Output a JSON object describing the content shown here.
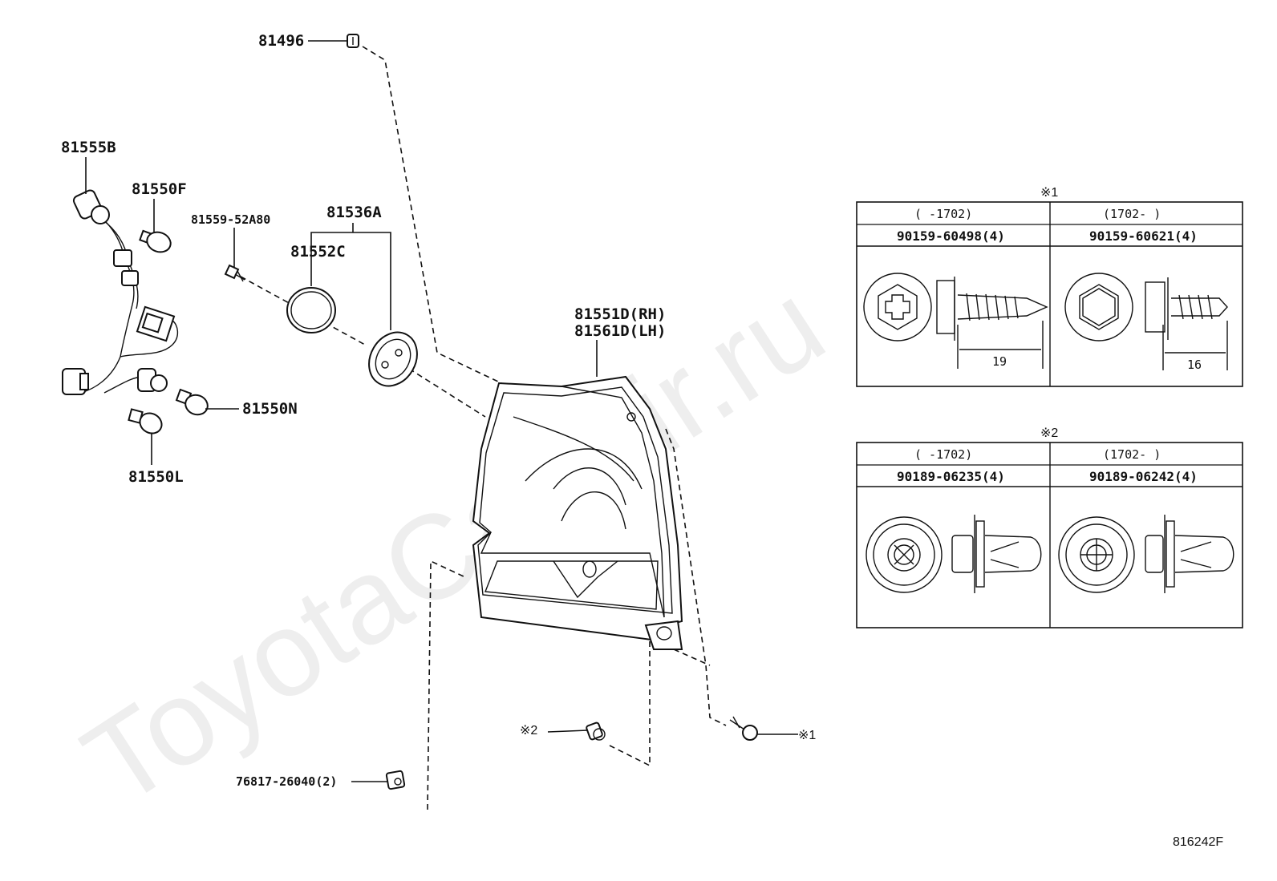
{
  "watermark": "ToyotaCarMir.ru",
  "diagram_id": "816242F",
  "labels": {
    "p81496": "81496",
    "p81555B": "81555B",
    "p81550F": "81550F",
    "p81559": "81559-52A80",
    "p81536A": "81536A",
    "p81552C": "81552C",
    "p81551D": "81551D(RH)",
    "p81561D": "81561D(LH)",
    "p81550N": "81550N",
    "p81550L": "81550L",
    "note2_callout": "※2",
    "note1_callout": "※1",
    "p76817": "76817-26040(2)"
  },
  "tables": [
    {
      "mark": "※1",
      "columns": [
        {
          "range": "(     -1702)",
          "part_no": "90159-60498(4)",
          "dimension": "19"
        },
        {
          "range": "(1702-      )",
          "part_no": "90159-60621(4)",
          "dimension": "16"
        }
      ]
    },
    {
      "mark": "※2",
      "columns": [
        {
          "range": "(     -1702)",
          "part_no": "90189-06235(4)"
        },
        {
          "range": "(1702-      )",
          "part_no": "90189-06242(4)"
        }
      ]
    }
  ]
}
